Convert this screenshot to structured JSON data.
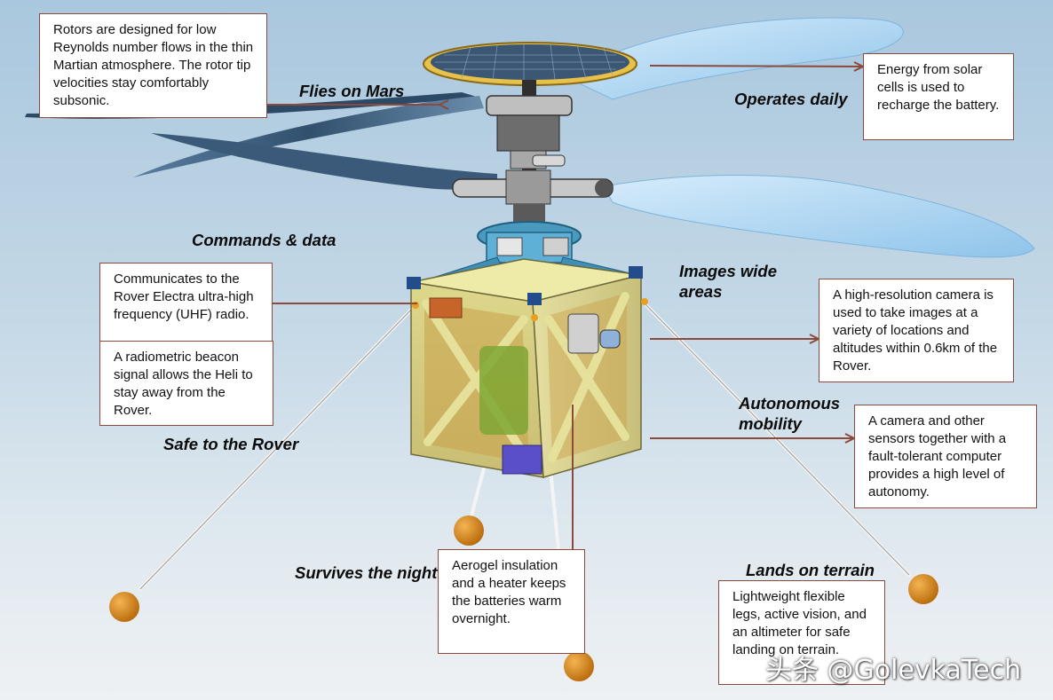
{
  "labels": {
    "flies_on_mars": "Flies on Mars",
    "operates_daily": "Operates daily",
    "commands_data": "Commands & data",
    "images_wide_areas": [
      "Images wide",
      "areas"
    ],
    "autonomous_mobility": [
      "Autonomous",
      "mobility"
    ],
    "safe_to_rover": "Safe to the Rover",
    "survives_night": "Survives the night",
    "lands_on_terrain": "Lands on terrain"
  },
  "callouts": {
    "rotors": "Rotors are designed for low Reynolds number flows in the thin Martian atmosphere. The rotor tip velocities stay comfortably subsonic.",
    "solar": "Energy from solar cells is used to recharge the battery.",
    "uhf": "Communicates to the Rover Electra ultra-high frequency (UHF) radio.",
    "beacon": "A radiometric beacon signal allows the Heli to stay away from the Rover.",
    "camera": "A high-resolution camera is used to take images at a variety of locations and altitudes within 0.6km of the Rover.",
    "autonomy": "A camera and other sensors together with a fault-tolerant computer provides a high level of autonomy.",
    "aerogel": "Aerogel insulation and a heater keeps the batteries warm overnight.",
    "legs": "Lightweight flexible legs, active vision, and an altimeter for safe landing on terrain."
  },
  "watermark": "头条 @GolevkaTech",
  "colors": {
    "callout_border": "#8b4a3c",
    "arrow": "#8b4a3c",
    "rotor_blade": "#b8dcf6",
    "body_frame": "#e7e7a0",
    "foot": "#d98b1a",
    "solar_panel": "#3b5773",
    "mast": "#333333"
  },
  "icons": [
    "leader-arrow",
    "rotor-blade",
    "solar-panel",
    "landing-foot"
  ]
}
